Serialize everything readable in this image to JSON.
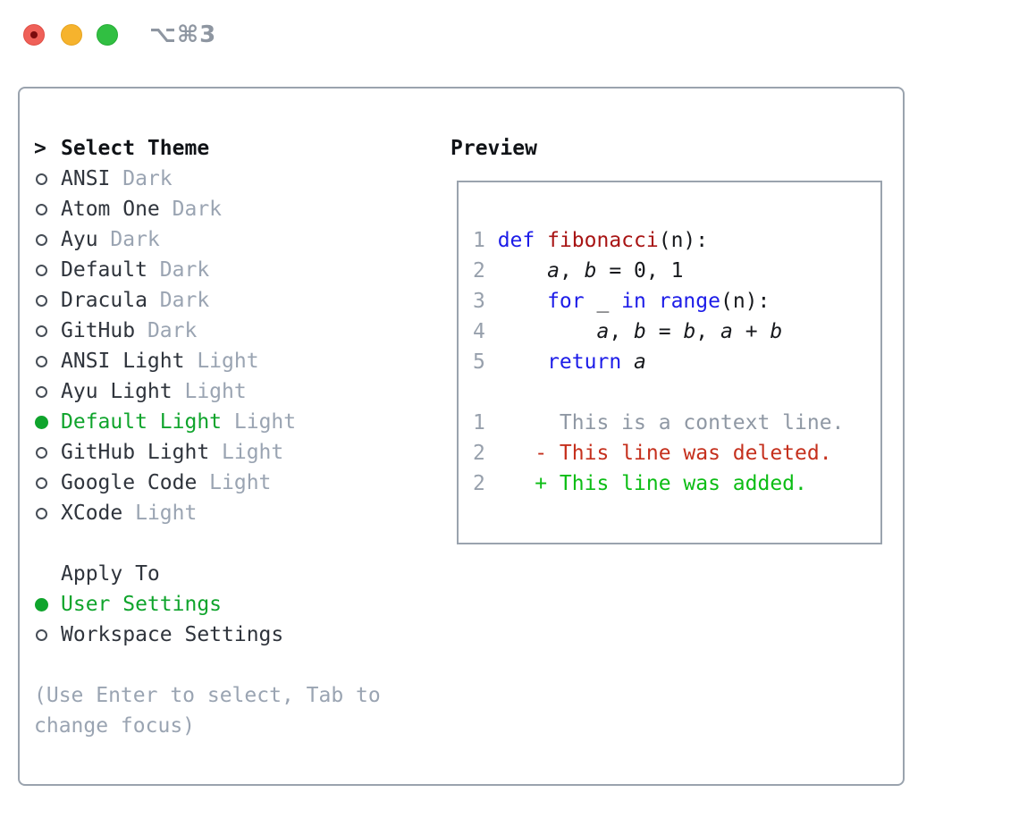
{
  "window": {
    "title": "⌥⌘3",
    "traffic_lights": [
      {
        "name": "close",
        "color": "#ef6058",
        "has_dot": true
      },
      {
        "name": "minimize",
        "color": "#f6b32d",
        "has_dot": false
      },
      {
        "name": "zoom",
        "color": "#31bf42",
        "has_dot": false
      }
    ]
  },
  "theme_picker": {
    "header_marker": ">",
    "header": "Select Theme",
    "items": [
      {
        "name": "ANSI",
        "variant": "Dark",
        "selected": false
      },
      {
        "name": "Atom One",
        "variant": "Dark",
        "selected": false
      },
      {
        "name": "Ayu",
        "variant": "Dark",
        "selected": false
      },
      {
        "name": "Default",
        "variant": "Dark",
        "selected": false
      },
      {
        "name": "Dracula",
        "variant": "Dark",
        "selected": false
      },
      {
        "name": "GitHub",
        "variant": "Dark",
        "selected": false
      },
      {
        "name": "ANSI Light",
        "variant": "Light",
        "selected": false
      },
      {
        "name": "Ayu Light",
        "variant": "Light",
        "selected": false
      },
      {
        "name": "Default Light",
        "variant": "Light",
        "selected": true
      },
      {
        "name": "GitHub Light",
        "variant": "Light",
        "selected": false
      },
      {
        "name": "Google Code",
        "variant": "Light",
        "selected": false
      },
      {
        "name": "XCode",
        "variant": "Light",
        "selected": false
      }
    ],
    "apply_to": {
      "header": "Apply To",
      "options": [
        {
          "label": "User Settings",
          "selected": true
        },
        {
          "label": "Workspace Settings",
          "selected": false
        }
      ]
    },
    "hint_lines": [
      "(Use Enter to select, Tab to",
      "change focus)"
    ]
  },
  "preview": {
    "title": "Preview",
    "lines": [
      {
        "num": "1",
        "tokens": [
          {
            "text": "def",
            "style": "kw"
          },
          {
            "text": " ",
            "style": "plain"
          },
          {
            "text": "fibonacci",
            "style": "fn"
          },
          {
            "text": "(n):",
            "style": "plain"
          }
        ]
      },
      {
        "num": "2",
        "tokens": [
          {
            "text": "    ",
            "style": "plain"
          },
          {
            "text": "a",
            "style": "var"
          },
          {
            "text": ", ",
            "style": "plain"
          },
          {
            "text": "b",
            "style": "var"
          },
          {
            "text": " = 0, 1",
            "style": "plain"
          }
        ]
      },
      {
        "num": "3",
        "tokens": [
          {
            "text": "    ",
            "style": "plain"
          },
          {
            "text": "for",
            "style": "kw"
          },
          {
            "text": " _ ",
            "style": "plain"
          },
          {
            "text": "in",
            "style": "kw"
          },
          {
            "text": " ",
            "style": "plain"
          },
          {
            "text": "range",
            "style": "kw"
          },
          {
            "text": "(n):",
            "style": "plain"
          }
        ]
      },
      {
        "num": "4",
        "tokens": [
          {
            "text": "        ",
            "style": "plain"
          },
          {
            "text": "a",
            "style": "var"
          },
          {
            "text": ", ",
            "style": "plain"
          },
          {
            "text": "b",
            "style": "var"
          },
          {
            "text": " = ",
            "style": "plain"
          },
          {
            "text": "b",
            "style": "var"
          },
          {
            "text": ", ",
            "style": "plain"
          },
          {
            "text": "a",
            "style": "var"
          },
          {
            "text": " + ",
            "style": "plain"
          },
          {
            "text": "b",
            "style": "var"
          }
        ]
      },
      {
        "num": "5",
        "tokens": [
          {
            "text": "    ",
            "style": "plain"
          },
          {
            "text": "return",
            "style": "kw"
          },
          {
            "text": " ",
            "style": "plain"
          },
          {
            "text": "a",
            "style": "var"
          }
        ]
      },
      {
        "num": "",
        "tokens": []
      },
      {
        "num": "1",
        "tokens": [
          {
            "text": "     This is a context line.",
            "style": "ctx"
          }
        ]
      },
      {
        "num": "2",
        "tokens": [
          {
            "text": "   - This line was deleted.",
            "style": "del"
          }
        ]
      },
      {
        "num": "2",
        "tokens": [
          {
            "text": "   + This line was added.",
            "style": "add"
          }
        ]
      }
    ]
  },
  "colors": {
    "selection_green": "#0fa42c",
    "keyword_blue": "#1c1ce8",
    "function_red": "#a81414",
    "diff_deleted": "#c5301d",
    "diff_added": "#0cbd15",
    "muted_gray": "#9aa4b2",
    "border_gray": "#9aa3ae"
  }
}
